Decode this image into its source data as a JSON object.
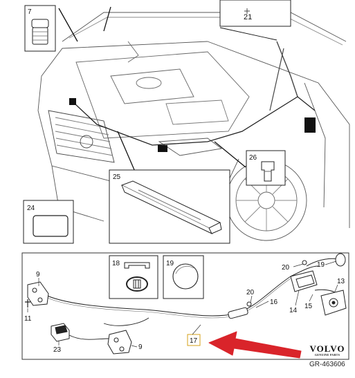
{
  "diagram": {
    "callouts": {
      "c7": "7",
      "c21": "21",
      "c24": "24",
      "c25": "25",
      "c26": "26",
      "c18": "18",
      "c19_box": "19",
      "c9_top": "9",
      "c11": "11",
      "c23": "23",
      "c9_bottom": "9",
      "c17": "17",
      "c20_mid": "20",
      "c16": "16",
      "c14": "14",
      "c15": "15",
      "c13": "13",
      "c20_top": "20",
      "c19_top": "19"
    },
    "highlight_color": "#d4a017",
    "arrow_color": "#d9242a"
  },
  "branding": {
    "logo_text": "VOLVO",
    "logo_subtext": "GENUINE PARTS",
    "reference": "GR-463606"
  }
}
